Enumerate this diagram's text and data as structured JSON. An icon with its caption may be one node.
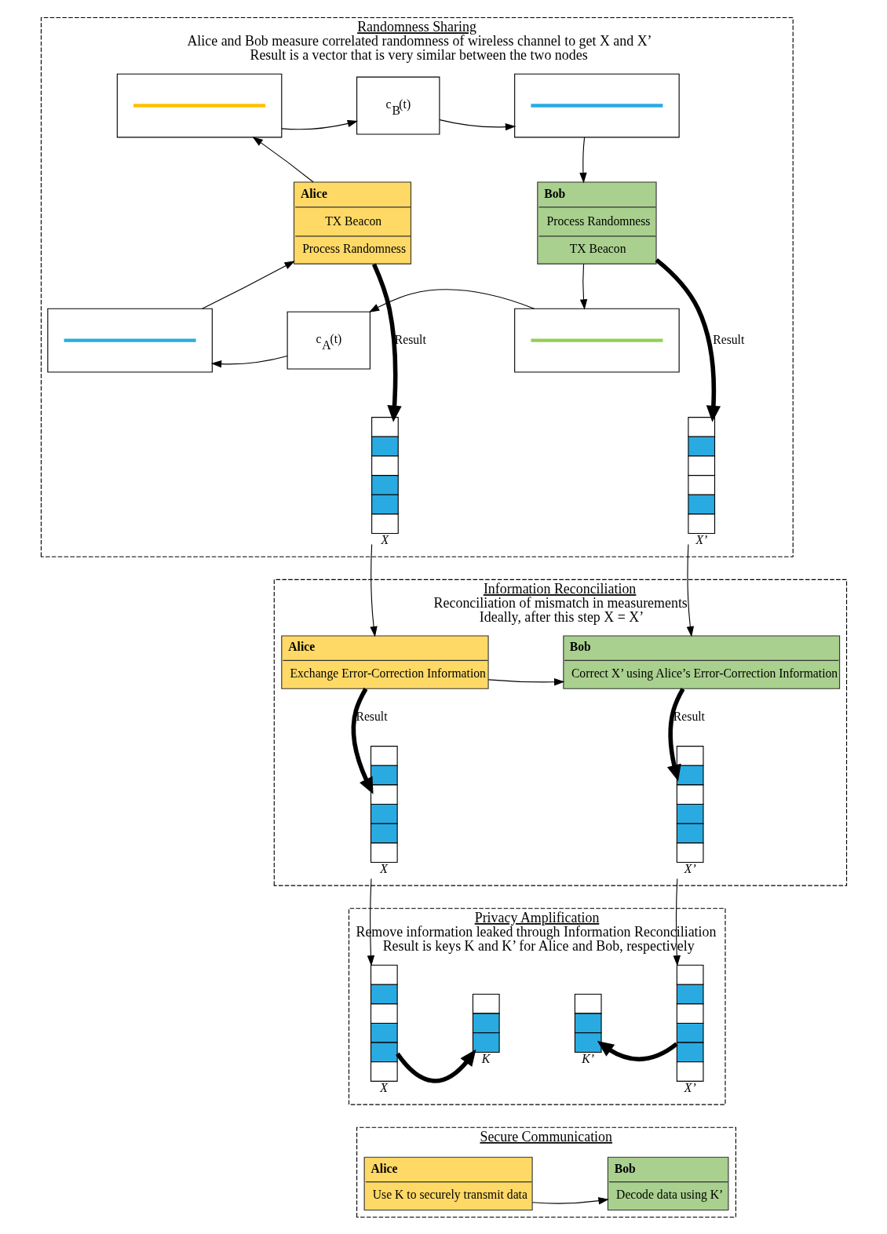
{
  "diagram": {
    "nodes": [
      {
        "text": [
          "Randomness Sharing",
          "Alice and Bob measure correlated randomness of wireless channel to get X and X’",
          "Result is a vector that is very similar between the two nodes"
        ]
      },
      {
        "text": [
          "Alice",
          "TX Beacon",
          "Process Randomness"
        ],
        "in": 0
      },
      {
        "text": [],
        "shape": "box",
        "in": 0
      },
      {
        "text": [
          "c$_{B}$(t)"
        ],
        "in": 0
      },
      {
        "text": [],
        "shape": "box",
        "in": 0
      },
      {
        "text": [
          "Bob",
          "Process Randomness",
          "TX Beacon"
        ],
        "in": 0
      },
      {
        "text": [],
        "shape": "box",
        "in": 0
      },
      {
        "text": [
          "c$_{A}$(t)"
        ],
        "in": 0
      },
      {
        "text": [],
        "shape": "box",
        "in": 0
      },
      {
        "text": [],
        "shape": "bar",
        "in": 0,
        "beside": [
          "X"
        ]
      },
      {
        "text": [],
        "shape": "bar",
        "in": 0,
        "beside": [
          "X’"
        ]
      },
      {
        "text": [
          "Information Reconciliation",
          "Reconciliation of mismatch in measurements",
          "Ideally, after this step X = X’"
        ]
      },
      {
        "text": [
          "Alice",
          "Exchange Error-Correction Information"
        ],
        "in": 11
      },
      {
        "text": [
          "Bob",
          "Correct X’ using Alice’s Error-Correction Information"
        ],
        "in": 11
      },
      {
        "text": [],
        "shape": "bar",
        "in": 11,
        "beside": [
          "X"
        ]
      },
      {
        "text": [],
        "shape": "bar",
        "in": 11,
        "beside": [
          "X’"
        ]
      },
      {
        "text": [
          "Privacy Amplification",
          "Remove information leaked through Information Reconciliation",
          "Result is keys K and K’ for Alice and Bob, respectively"
        ]
      },
      {
        "text": [],
        "shape": "bar",
        "in": 16,
        "beside": [
          "X"
        ]
      },
      {
        "text": [],
        "shape": "bar",
        "in": 16,
        "beside": [
          "K"
        ]
      },
      {
        "text": [],
        "shape": "bar",
        "in": 16,
        "beside": [
          "K’"
        ]
      },
      {
        "text": [],
        "shape": "bar",
        "in": 16,
        "beside": [
          "X’"
        ]
      },
      {
        "text": [
          "Secure Communication"
        ]
      },
      {
        "text": [
          "Alice",
          "Use K to securely transmit data"
        ],
        "in": 21
      },
      {
        "text": [
          "Bob",
          "Decode data using K’"
        ],
        "in": 21
      }
    ],
    "edges": [
      {
        "from": 1,
        "to": 2,
        "arrow": "to"
      },
      {
        "from": 2,
        "to": 3,
        "arrow": "to"
      },
      {
        "from": 3,
        "to": 4,
        "arrow": "to"
      },
      {
        "from": 4,
        "to": 5,
        "arrow": "to"
      },
      {
        "from": 5,
        "to": 6,
        "arrow": "to"
      },
      {
        "from": 6,
        "to": 7,
        "arrow": "to"
      },
      {
        "from": 7,
        "to": 8,
        "arrow": "to"
      },
      {
        "from": 8,
        "to": 1,
        "arrow": "to"
      },
      {
        "from": 1,
        "to": 9,
        "arrow": "to",
        "label": "Result",
        "style": "thick"
      },
      {
        "from": 5,
        "to": 10,
        "arrow": "to",
        "label": "Result",
        "style": "thick"
      },
      {
        "from": 9,
        "to": 12,
        "arrow": "to"
      },
      {
        "from": 10,
        "to": 13,
        "arrow": "to"
      },
      {
        "from": 12,
        "to": 13,
        "arrow": "to"
      },
      {
        "from": 12,
        "to": 14,
        "arrow": "to",
        "label": "Result",
        "style": "thick"
      },
      {
        "from": 13,
        "to": 15,
        "arrow": "to",
        "label": "Result",
        "style": "thick"
      },
      {
        "from": 14,
        "to": 17,
        "arrow": "to"
      },
      {
        "from": 15,
        "to": 20,
        "arrow": "to"
      },
      {
        "from": 17,
        "to": 18,
        "arrow": "to",
        "style": "thick"
      },
      {
        "from": 20,
        "to": 19,
        "arrow": "to",
        "style": "thick"
      },
      {
        "from": 22,
        "to": 23,
        "arrow": "to"
      }
    ]
  }
}
